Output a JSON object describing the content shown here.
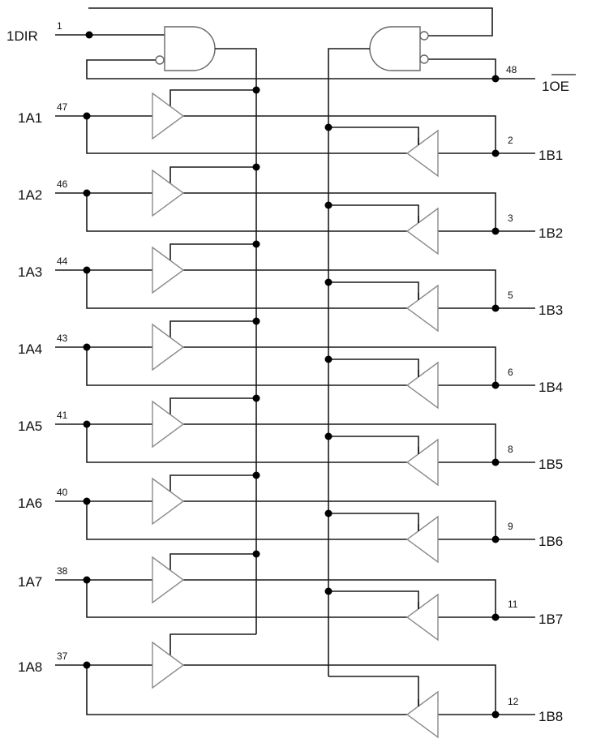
{
  "control": {
    "dir": {
      "label": "1DIR",
      "pin": "1"
    },
    "oe": {
      "label": "1OE",
      "pin": "48",
      "active_low": true
    }
  },
  "channels": [
    {
      "a": "1A1",
      "a_pin": "47",
      "b": "1B1",
      "b_pin": "2"
    },
    {
      "a": "1A2",
      "a_pin": "46",
      "b": "1B2",
      "b_pin": "3"
    },
    {
      "a": "1A3",
      "a_pin": "44",
      "b": "1B3",
      "b_pin": "5"
    },
    {
      "a": "1A4",
      "a_pin": "43",
      "b": "1B4",
      "b_pin": "6"
    },
    {
      "a": "1A5",
      "a_pin": "41",
      "b": "1B5",
      "b_pin": "8"
    },
    {
      "a": "1A6",
      "a_pin": "40",
      "b": "1B6",
      "b_pin": "9"
    },
    {
      "a": "1A7",
      "a_pin": "38",
      "b": "1B7",
      "b_pin": "11"
    },
    {
      "a": "1A8",
      "a_pin": "37",
      "b": "1B8",
      "b_pin": "12"
    }
  ]
}
